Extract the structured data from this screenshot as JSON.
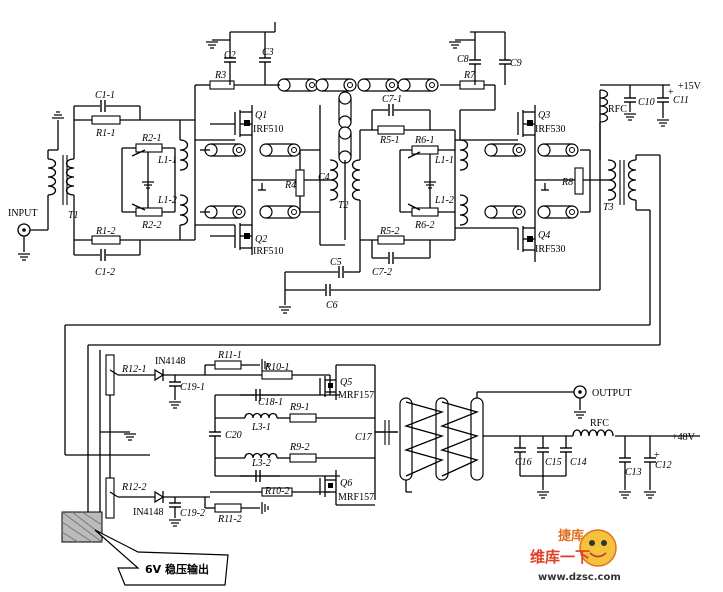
{
  "labels": {
    "input": "INPUT",
    "output": "OUTPUT",
    "t1": "T1",
    "t2": "T2",
    "t3": "T3",
    "rfc_top": "RFC",
    "rfc_bottom": "RFC",
    "v15": "+15V",
    "v48": "+48V",
    "c1_1": "C1-1",
    "c1_2": "C1-2",
    "r1_1": "R1-1",
    "r1_2": "R1-2",
    "r2_1": "R2-1",
    "r2_2": "R2-2",
    "l1_1a": "L1-1",
    "l1_2a": "L1-2",
    "c2": "C2",
    "c3": "C3",
    "r3": "R3",
    "q1": "Q1",
    "q1_part": "IRF510",
    "q2": "Q2",
    "q2_part": "IRF510",
    "r4": "R4",
    "c4": "C4",
    "c5": "C5",
    "c6": "C6",
    "r7": "R7",
    "c8": "C8",
    "c9": "C9",
    "c7_1": "C7-1",
    "c7_2": "C7-2",
    "r5_1": "R5-1",
    "r5_2": "R5-2",
    "r6_1": "R6-1",
    "r6_2": "R6-2",
    "l1_1b": "L1-1",
    "l1_2b": "L1-2",
    "q3": "Q3",
    "q3_part": "IRF530",
    "q4": "Q4",
    "q4_part": "IRF530",
    "r8": "R8",
    "c10": "C10",
    "c11": "C11",
    "r12_1": "R12-1",
    "r12_2": "R12-2",
    "d1": "IN4148",
    "d2": "IN4148",
    "r11_1": "R11-1",
    "r11_2": "R11-2",
    "r10_1": "R10-1",
    "r10_2": "R10-2",
    "c19_1": "C19-1",
    "c19_2": "C19-2",
    "c18_1": "C18-1",
    "r9_1": "R9-1",
    "r9_2": "R9-2",
    "l3_1": "L3-1",
    "l3_2": "L3-2",
    "c20": "C20",
    "c17": "C17",
    "q5": "Q5",
    "q5_part": "MRF157",
    "q6": "Q6",
    "q6_part": "MRF157",
    "c16": "C16",
    "c15": "C15",
    "c14": "C14",
    "c13": "C13",
    "c12": "C12",
    "callout": "6V 稳压输出"
  },
  "watermark": {
    "top": "捷库",
    "main": "维库一下",
    "url": "www.dzsc.com"
  }
}
